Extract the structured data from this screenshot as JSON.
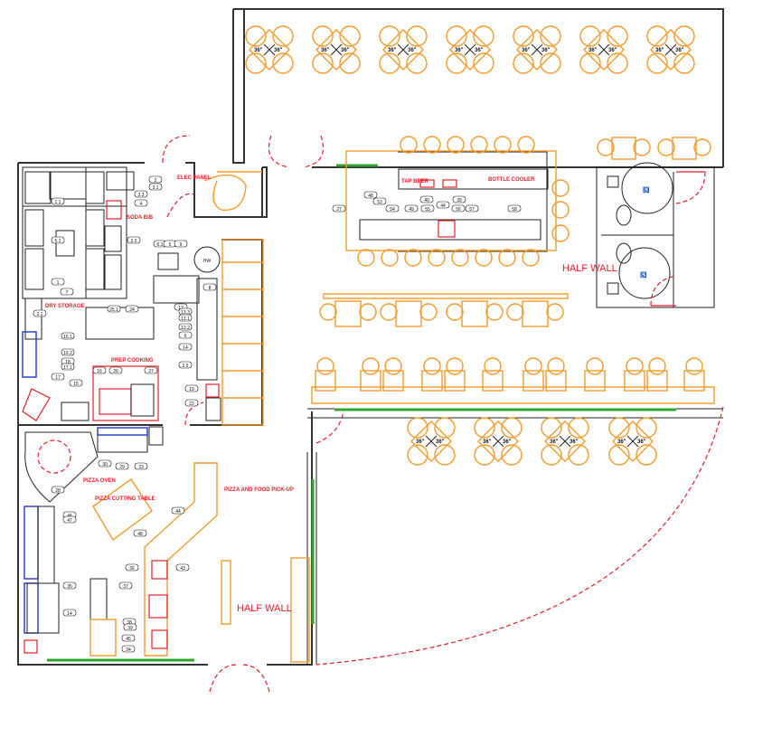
{
  "labels": {
    "tap_beer": "TAP BEER",
    "bottle_cooler": "BOTTLE COOLER",
    "half_wall_bar": "HALF WALL",
    "half_wall_pickup": "HALF WALL",
    "elec_panel": "ELEC PANEL",
    "soda_bib": "SODA BIB",
    "dry_storage": "DRY STORAGE",
    "prep_cooking": "PREP COOKING",
    "pizza_oven": "PIZZA OVEN",
    "pizza_cutting_table": "PIZZA CUTTING TABLE",
    "pizza_pickup": "PIZZA AND FOOD PICK-UP",
    "water_heater": "HW"
  },
  "table_size": "36\"",
  "equipment_tags": [
    "27",
    "48",
    "53",
    "54",
    "49",
    "55",
    "44",
    "56",
    "40",
    "39",
    "57",
    "58",
    "2",
    "3.1",
    "3.3",
    "4",
    "1.1",
    "5.1",
    "2.3",
    "1",
    "7",
    "2.1",
    "25.1",
    "24",
    "8",
    "6.1",
    "5",
    "9",
    "12",
    "13.3",
    "13.1",
    "13.2",
    "6",
    "14",
    "2.5",
    "19",
    "22",
    "16.1",
    "16.2",
    "18",
    "17.1",
    "17",
    "15",
    "16",
    "26",
    "27",
    "28",
    "30",
    "29",
    "33",
    "46",
    "47",
    "48",
    "44",
    "43",
    "36",
    "37",
    "38",
    "39",
    "45",
    "34",
    "35",
    "14"
  ],
  "icons": [
    "accessible-toilet-icon",
    "door-swing-icon",
    "table-icon",
    "chair-icon"
  ]
}
